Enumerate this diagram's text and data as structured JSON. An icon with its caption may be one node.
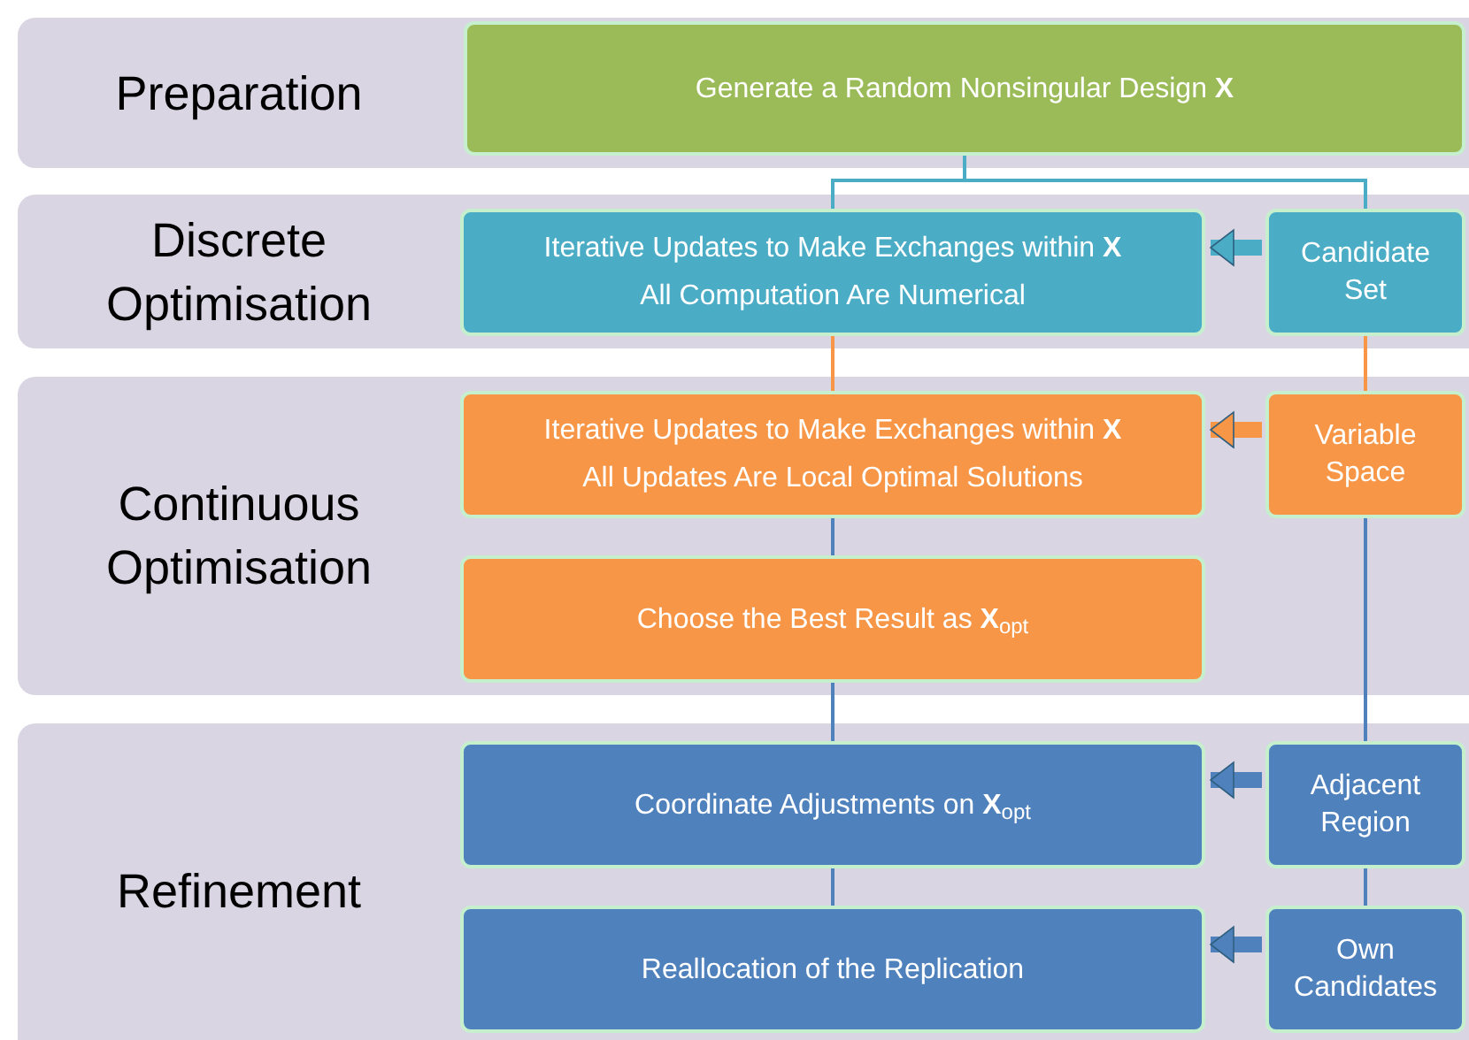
{
  "diagram": {
    "nodes": [
      {
        "text": [
          "Preparation"
        ]
      },
      {
        "text": [
          "Generate a Random Nonsingular Design **X**"
        ],
        "in": 0
      },
      {
        "text": [
          "Discrete Optimisation"
        ]
      },
      {
        "text": [
          "Iterative Updates to Make Exchanges within **X**",
          "All Computation Are Numerical"
        ],
        "in": 2
      },
      {
        "text": [
          "Candidate Set"
        ],
        "in": 2
      },
      {
        "text": [
          "Continuous Optimisation"
        ]
      },
      {
        "text": [
          "Iterative Updates to Make Exchanges within **X**",
          "All Updates Are Local Optimal Solutions"
        ],
        "in": 5
      },
      {
        "text": [
          "Variable Space"
        ],
        "in": 5
      },
      {
        "text": [
          "Choose the Best Result as **X**$_{opt}$"
        ],
        "in": 5
      },
      {
        "text": [
          "Refinement"
        ]
      },
      {
        "text": [
          "Coordinate Adjustments on **X**$_{opt}$"
        ],
        "in": 9
      },
      {
        "text": [
          "Adjacent Region"
        ],
        "in": 9
      },
      {
        "text": [
          "Reallocation of the Replication"
        ],
        "in": 9
      },
      {
        "text": [
          "Own Candidates"
        ],
        "in": 9
      }
    ],
    "edges": [
      {
        "from": 1,
        "to": 3,
        "arrow": "none",
        "color": "#4bacc6"
      },
      {
        "from": 1,
        "to": 4,
        "arrow": "none",
        "color": "#4bacc6"
      },
      {
        "from": 4,
        "to": 3,
        "arrow": "to",
        "style": "thick",
        "color": "#4bacc6"
      },
      {
        "from": 3,
        "to": 6,
        "arrow": "none",
        "color": "#f79646"
      },
      {
        "from": 4,
        "to": 7,
        "arrow": "none",
        "color": "#f79646"
      },
      {
        "from": 7,
        "to": 6,
        "arrow": "to",
        "style": "thick",
        "color": "#f79646"
      },
      {
        "from": 6,
        "to": 8,
        "arrow": "none",
        "color": "#4f81bd"
      },
      {
        "from": 7,
        "to": 11,
        "arrow": "none",
        "color": "#4f81bd"
      },
      {
        "from": 8,
        "to": 10,
        "arrow": "none",
        "color": "#4f81bd"
      },
      {
        "from": 11,
        "to": 10,
        "arrow": "to",
        "style": "thick",
        "color": "#4f81bd"
      },
      {
        "from": 10,
        "to": 12,
        "arrow": "none",
        "color": "#4f81bd"
      },
      {
        "from": 11,
        "to": 13,
        "arrow": "none",
        "color": "#4f81bd"
      },
      {
        "from": 13,
        "to": 12,
        "arrow": "to",
        "style": "thick",
        "color": "#4f81bd"
      }
    ]
  }
}
